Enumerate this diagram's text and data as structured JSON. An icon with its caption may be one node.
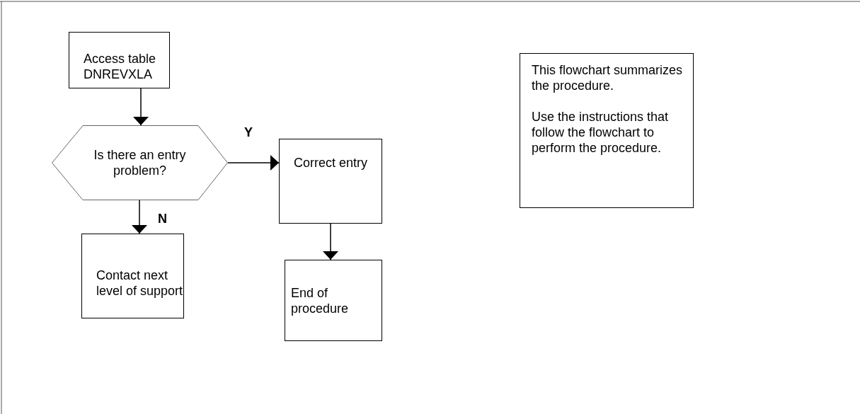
{
  "diagram": {
    "nodes": [
      {
        "text": [
          "Access table DNREVXLA"
        ]
      },
      {
        "text": [
          "Is there an entry problem?"
        ]
      },
      {
        "text": [
          "Correct entry"
        ]
      },
      {
        "text": [
          "Contact next level of support"
        ]
      },
      {
        "text": [
          "End of procedure"
        ]
      },
      {
        "text": [
          "This flowchart summarizes the procedure.",
          "Use the instructions that follow the flowchart to perform the procedure."
        ]
      }
    ],
    "edges": [
      {
        "from": 0,
        "to": 1,
        "arrow": "to"
      },
      {
        "from": 1,
        "to": 2,
        "arrow": "to",
        "label": "Y"
      },
      {
        "from": 1,
        "to": 3,
        "arrow": "to",
        "label": "N"
      },
      {
        "from": 2,
        "to": 4,
        "arrow": "to"
      }
    ]
  }
}
